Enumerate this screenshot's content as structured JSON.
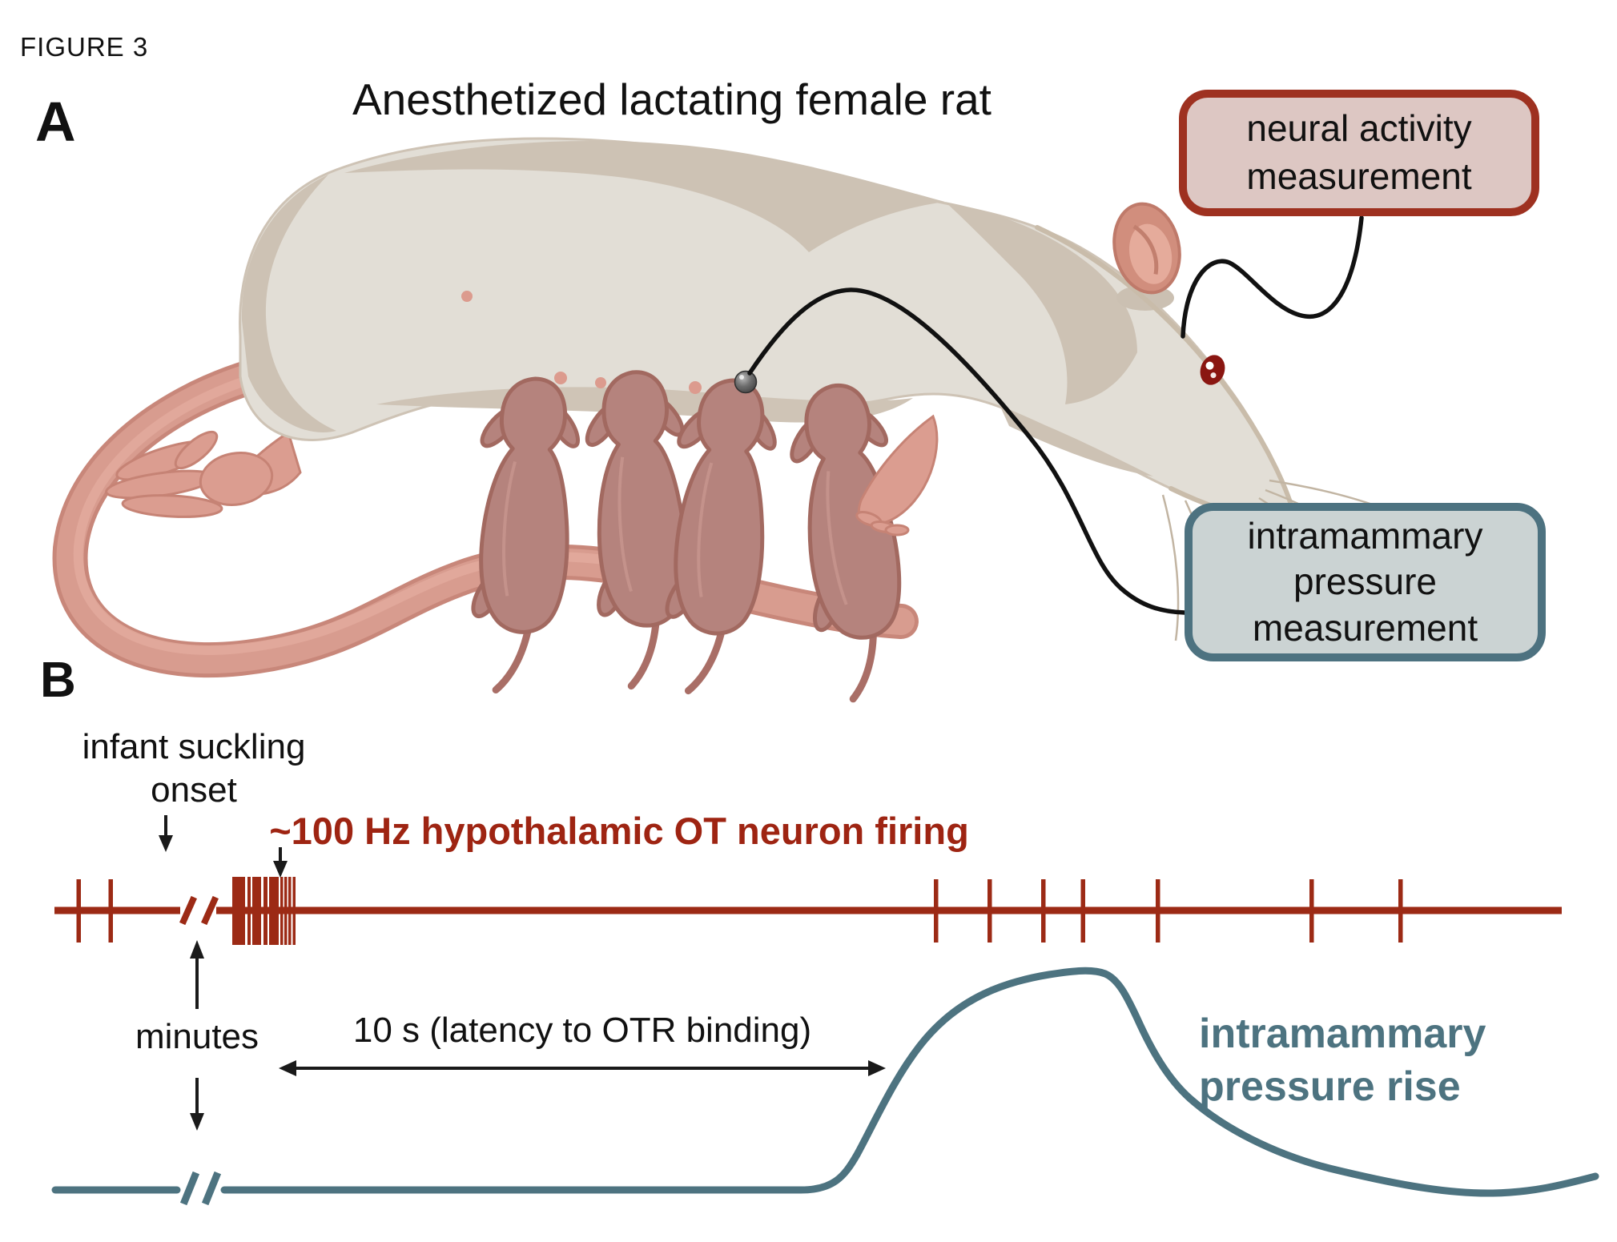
{
  "header": {
    "figure_label": "FIGURE 3",
    "panel_a_label": "A",
    "panel_b_label": "B",
    "panel_a_title": "Anesthetized lactating female rat"
  },
  "callouts": {
    "neural_line1": "neural activity",
    "neural_line2": "measurement",
    "pressure_line1": "intramammary",
    "pressure_line2": "pressure",
    "pressure_line3": "measurement"
  },
  "timeline": {
    "suckling_line1": "infant suckling",
    "suckling_line2": "onset",
    "firing_label": "~100 Hz hypothalamic OT neuron firing",
    "minutes_label": "minutes",
    "latency_label": "10 s (latency to OTR binding)",
    "pressure_rise_line1": "intramammary",
    "pressure_rise_line2": "pressure rise"
  },
  "colors": {
    "spike_red": "#9c2a15",
    "firing_text_red": "#9e2412",
    "trace_teal": "#4d7380",
    "neural_box_fill": "#ddc7c3",
    "neural_box_border": "#9e3120",
    "pressure_box_fill": "#cbd3d3",
    "pressure_box_border": "#4d7280",
    "rat_body": "#e2ded6",
    "rat_shading": "#cdc2b4",
    "tail_pink": "#d89c8f",
    "pup_mauve": "#b5837d",
    "eye_red": "#8a1611"
  }
}
